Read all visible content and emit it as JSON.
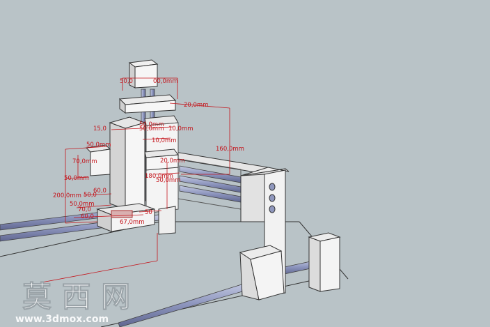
{
  "scene": {
    "background": "#b9c3c7",
    "part_fill": "#f2f2f2",
    "part_shade": "#d7d7d7",
    "rod_fill": "#8f97bd",
    "dimension_color": "#c4141b"
  },
  "dimensions": {
    "d1": "50,0",
    "d2": "00,0mm",
    "d3": "20,0mm",
    "d4": "15,0",
    "d5": "50,0mm",
    "d6": "10,0mm",
    "d7": "50,0mm",
    "d8": "10,0mm",
    "d9": "160,0mm",
    "d10": "50,0mm",
    "d11": "70,0mm",
    "d12": "20,0mm",
    "d13": "180,0mm",
    "d14": "50,0mm",
    "d15": "50,0mm",
    "d16": "200,0mm",
    "d17": "60,0",
    "d18": "50,0",
    "d19": "70,0",
    "d20": "50,0mm",
    "d21": "60,0",
    "d22": "67,0mm",
    "d23": "50"
  },
  "watermark": {
    "title": "莫 西 网",
    "url": "www.3dmox.com"
  }
}
